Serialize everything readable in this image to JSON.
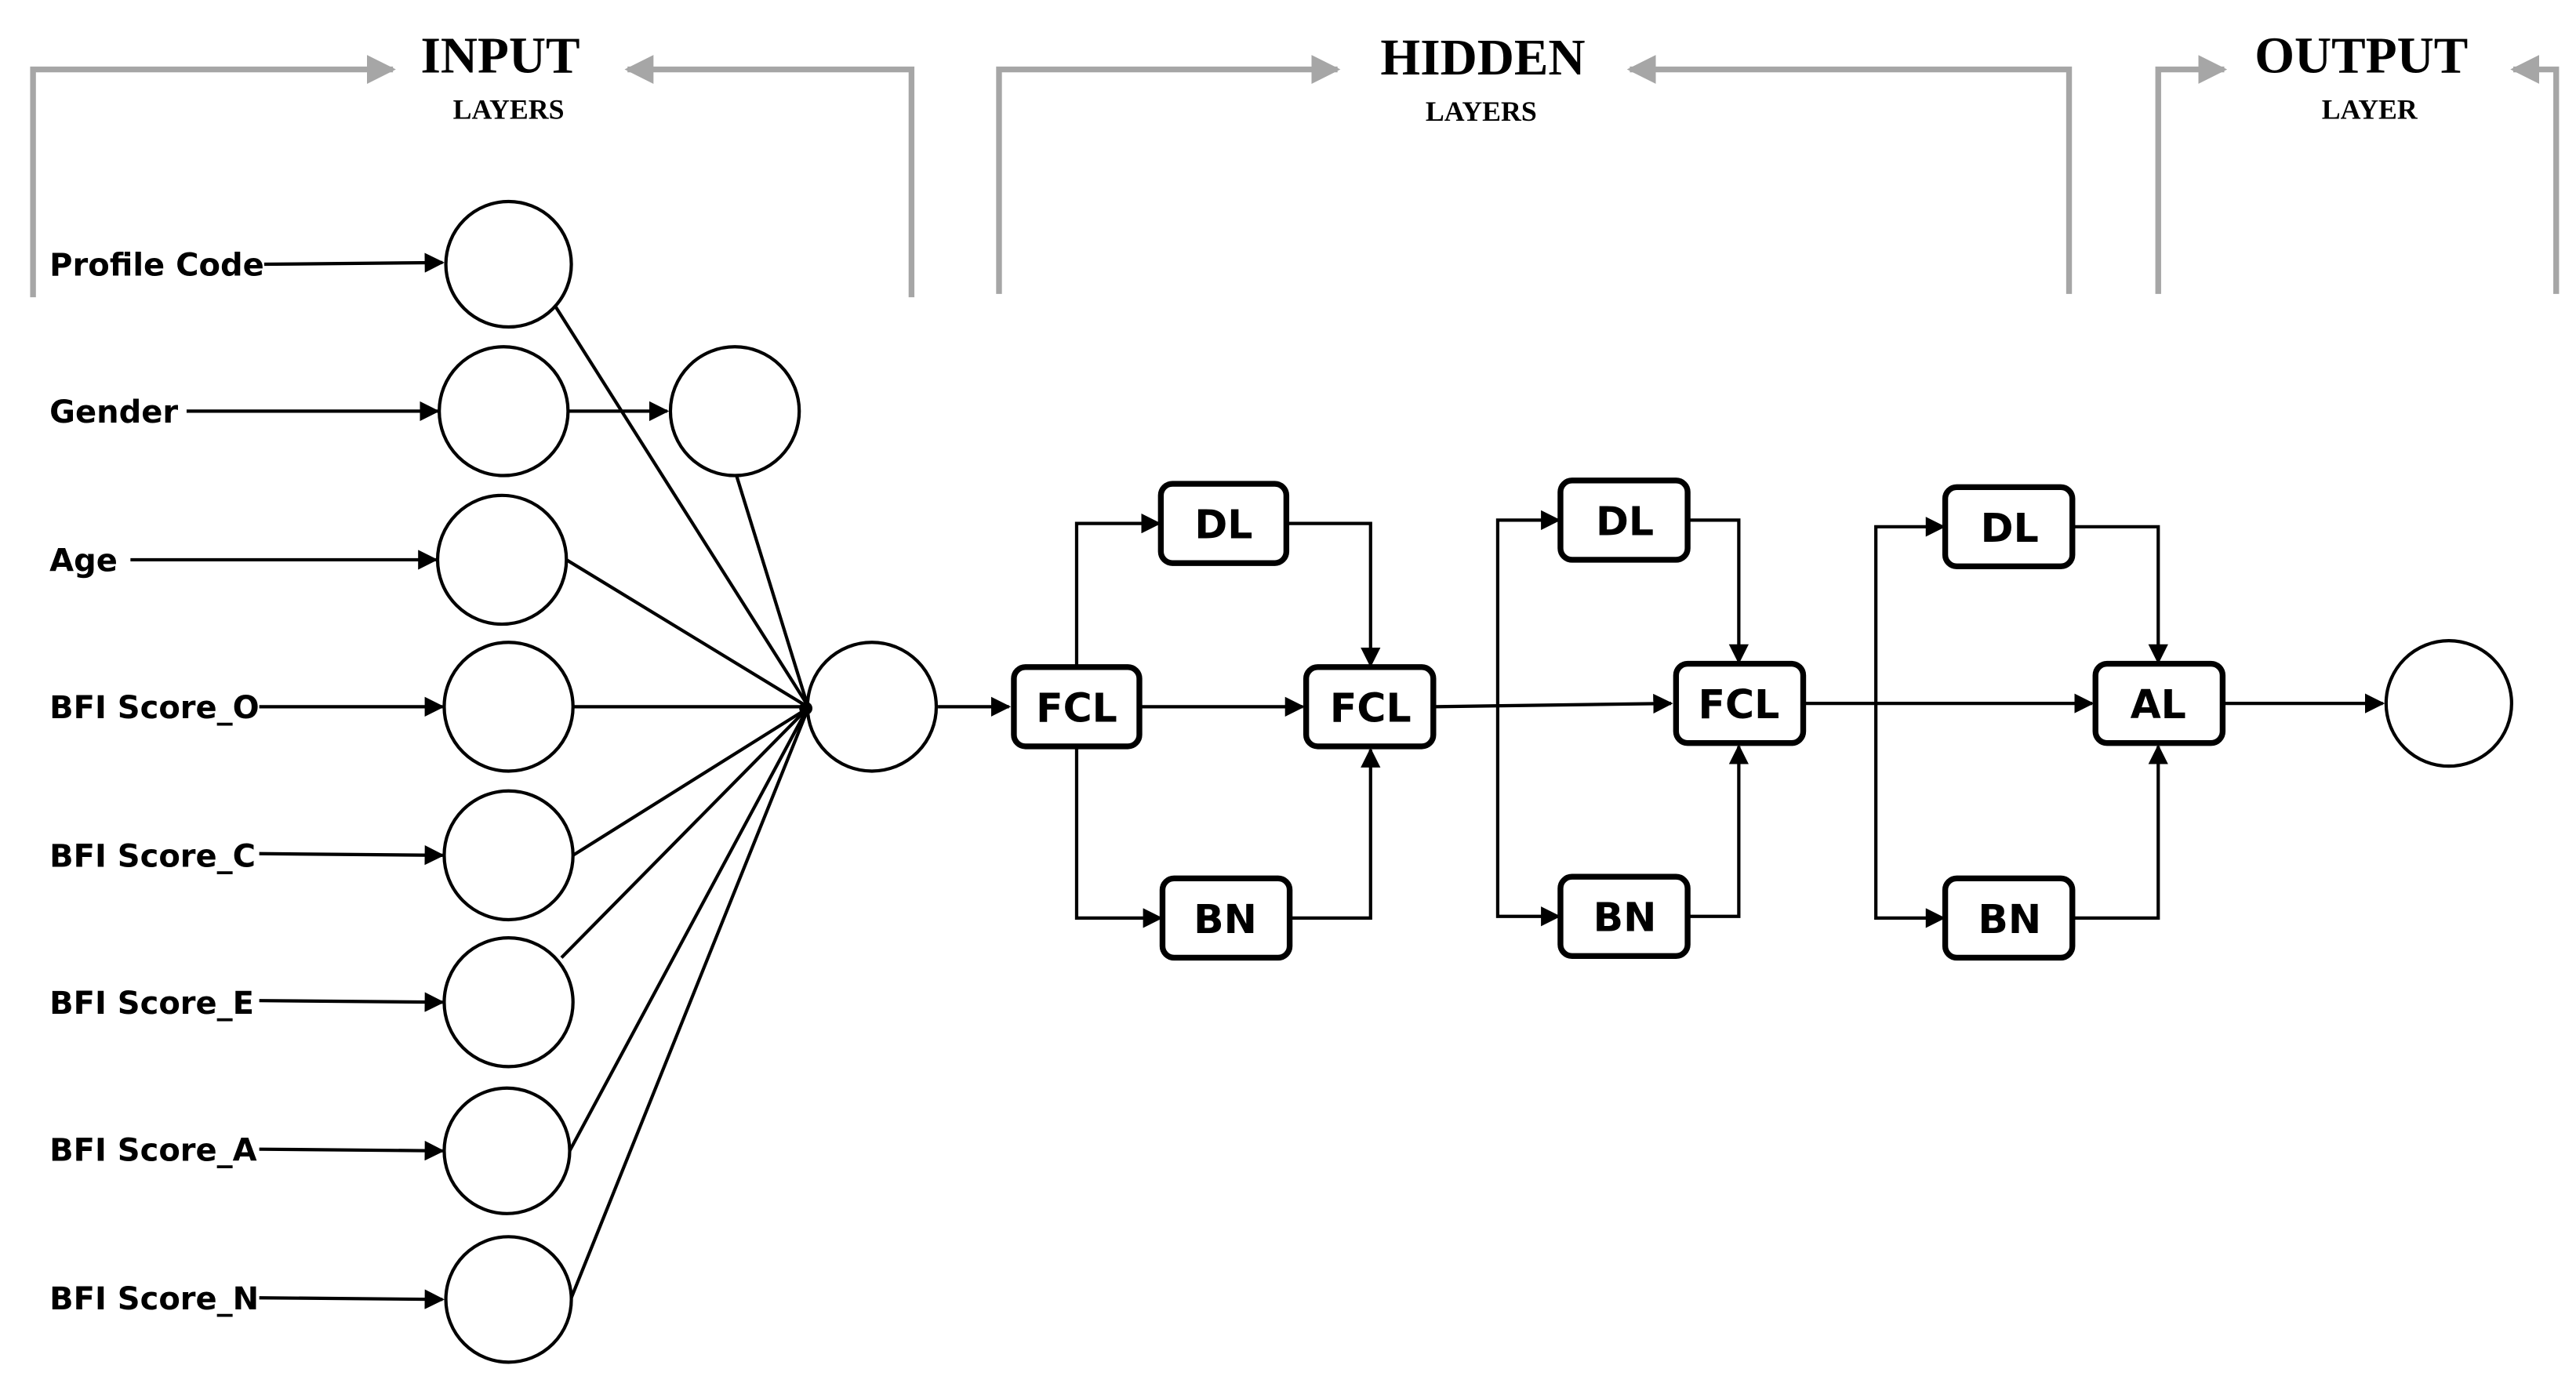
{
  "sections": {
    "input": {
      "title": "INPUT",
      "subtitle": "LAYERS"
    },
    "hidden": {
      "title": "HIDDEN",
      "subtitle": "LAYERS"
    },
    "output": {
      "title": "OUTPUT",
      "subtitle": "LAYER"
    }
  },
  "inputs": [
    "Profile Code",
    "Gender",
    "Age",
    "BFI Score_O",
    "BFI Score_C",
    "BFI Score_E",
    "BFI Score_A",
    "BFI Score_N"
  ],
  "blocks": {
    "block1": {
      "main": "FCL",
      "top": "DL",
      "bottom": "BN"
    },
    "block2": {
      "main": "FCL",
      "top": "DL",
      "bottom": "BN"
    },
    "block3": {
      "main": "FCL",
      "top": "DL",
      "bottom": "BN"
    },
    "final": {
      "main": "AL"
    }
  }
}
